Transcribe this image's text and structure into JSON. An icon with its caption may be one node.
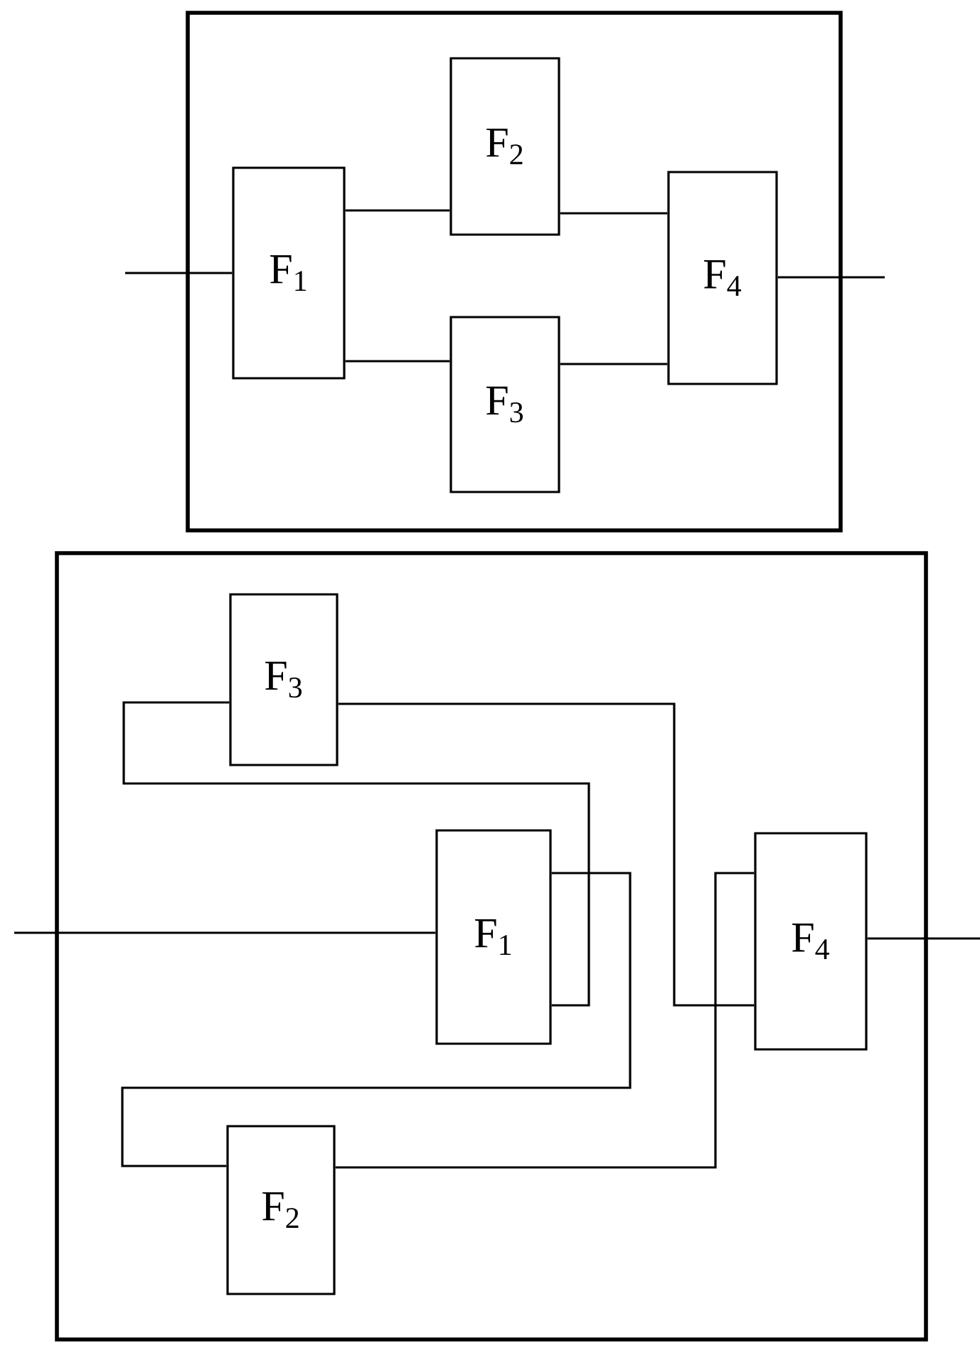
{
  "diagram": {
    "nodes": [
      {
        "text": [],
        "shape": "box"
      },
      {
        "text": [
          "F$_{1}$"
        ],
        "in": 0
      },
      {
        "text": [
          "F$_{2}$"
        ],
        "in": 0
      },
      {
        "text": [
          "F$_{3}$"
        ],
        "in": 0
      },
      {
        "text": [
          "F$_{4}$"
        ],
        "in": 0
      },
      {
        "text": [],
        "shape": "box"
      },
      {
        "text": [
          "F$_{3}$"
        ],
        "in": 5
      },
      {
        "text": [
          "F$_{1}$"
        ],
        "in": 5
      },
      {
        "text": [
          "F$_{4}$"
        ],
        "in": 5
      },
      {
        "text": [
          "F$_{2}$"
        ],
        "in": 5
      }
    ],
    "edges": [
      {
        "from": null,
        "to": 1,
        "arrow": "none"
      },
      {
        "from": 1,
        "to": 2,
        "arrow": "none"
      },
      {
        "from": 1,
        "to": 3,
        "arrow": "none"
      },
      {
        "from": 2,
        "to": 4,
        "arrow": "none"
      },
      {
        "from": 3,
        "to": 4,
        "arrow": "none"
      },
      {
        "from": 4,
        "to": null,
        "arrow": "none"
      },
      {
        "from": null,
        "to": 7,
        "arrow": "none"
      },
      {
        "from": 6,
        "to": 7,
        "arrow": "none"
      },
      {
        "from": 6,
        "to": 8,
        "arrow": "none"
      },
      {
        "from": 7,
        "to": 9,
        "arrow": "none"
      },
      {
        "from": 9,
        "to": 8,
        "arrow": "none"
      },
      {
        "from": 8,
        "to": null,
        "arrow": "none"
      }
    ]
  }
}
